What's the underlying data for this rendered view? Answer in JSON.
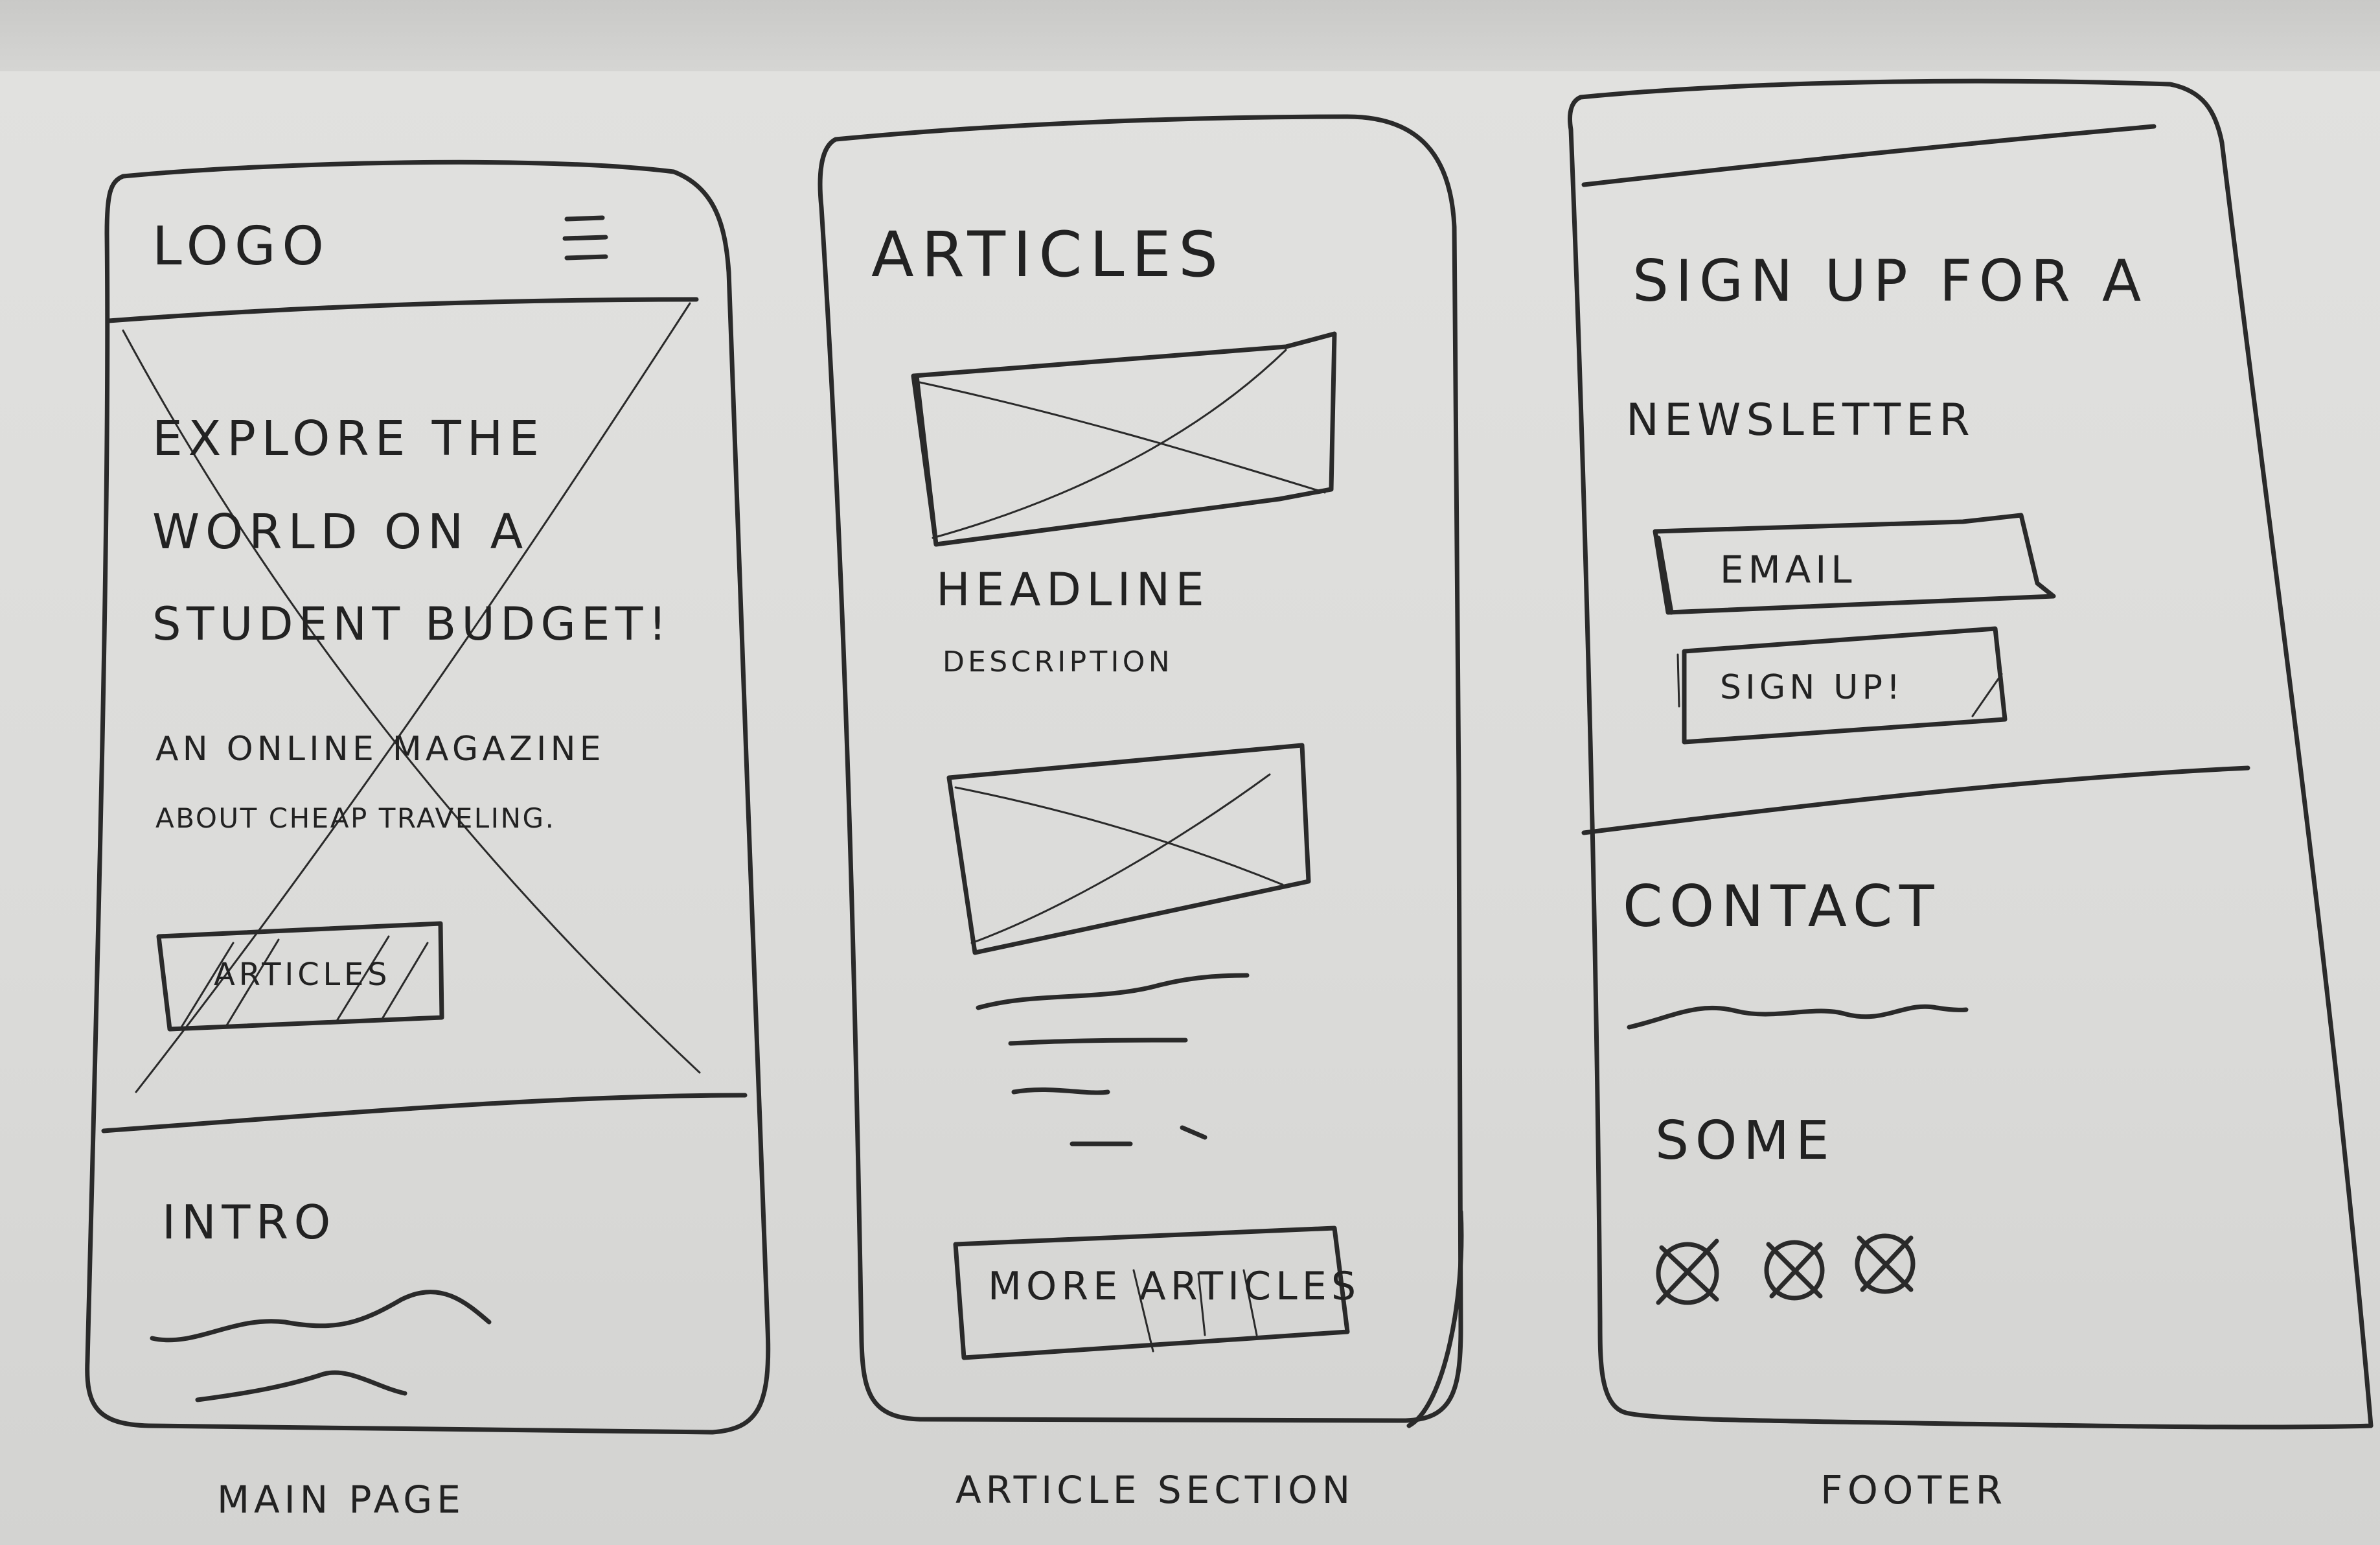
{
  "main_page": {
    "logo": "LOGO",
    "menu_icon": "hamburger-menu-icon",
    "hero_title_lines": [
      "EXPLORE THE",
      "WORLD ON A",
      "STUDENT BUDGET!"
    ],
    "hero_subtitle_lines": [
      "AN ONLINE MAGAZINE",
      "ABOUT CHEAP TRAVELING."
    ],
    "cta_label": "ARTICLES",
    "intro_heading": "INTRO",
    "caption": "MAIN PAGE"
  },
  "article_section": {
    "heading": "ARTICLES",
    "card_headline": "HEADLINE",
    "card_description": "DESCRIPTION",
    "more_button_label": "MORE ARTICLES",
    "caption": "ARTICLE SECTION"
  },
  "footer": {
    "signup_heading_line1": "SIGN UP FOR A",
    "signup_heading_line2": "NEWSLETTER",
    "email_placeholder": "EMAIL",
    "signup_button_label": "SIGN UP!",
    "contact_heading": "CONTACT",
    "social_heading": "SOME",
    "social_icons": [
      "social-icon-1",
      "social-icon-2",
      "social-icon-3"
    ],
    "caption": "FOOTER"
  },
  "colors": {
    "paper": "#e0e0de",
    "ink": "#2a2a2a"
  }
}
